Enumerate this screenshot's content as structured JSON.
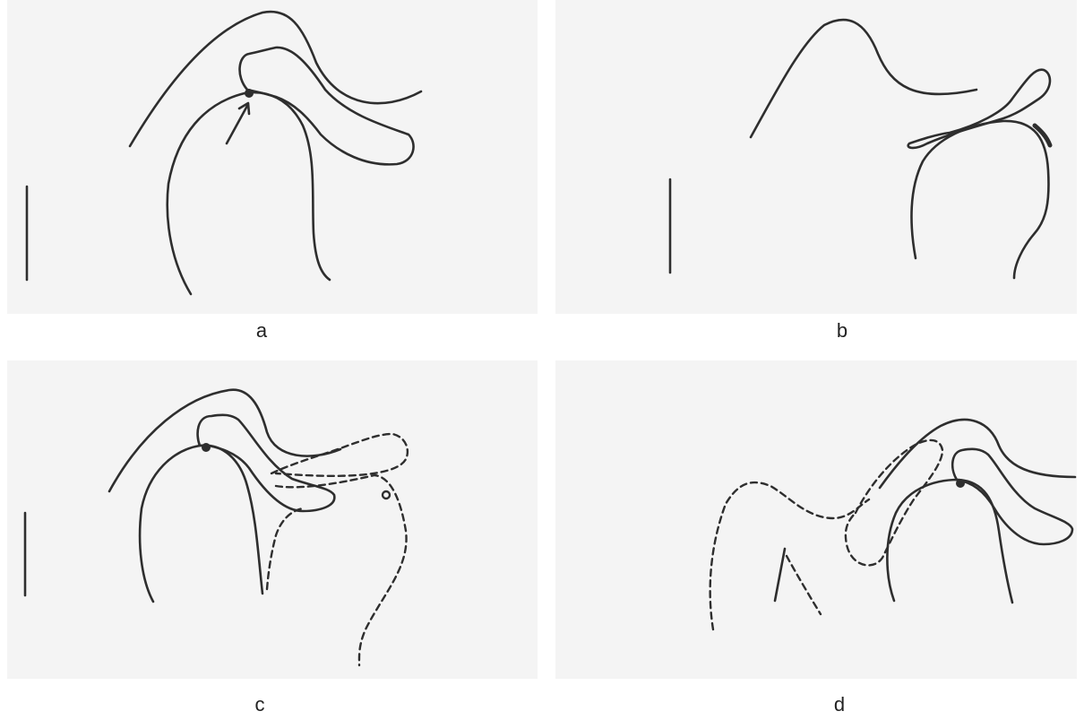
{
  "panels": [
    {
      "id": "a",
      "label": "a"
    },
    {
      "id": "b",
      "label": "b"
    },
    {
      "id": "c",
      "label": "c"
    },
    {
      "id": "d",
      "label": "d"
    }
  ],
  "colors": {
    "line": "#2e2e2e",
    "panel_background": "#f4f4f4",
    "page_background": "#ffffff"
  }
}
